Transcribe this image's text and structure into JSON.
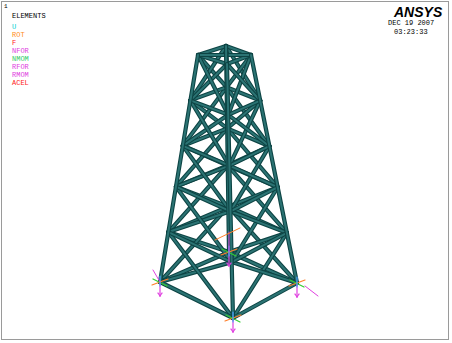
{
  "diagram": {
    "labels": [
      "1",
      "ELEMENTS",
      "U",
      "ROT",
      "F",
      "NFOR",
      "NMOM",
      "RFOR",
      "RMOM",
      "ACEL",
      "ANSYS",
      "DEC 19 2007",
      "03:23:33"
    ]
  }
}
